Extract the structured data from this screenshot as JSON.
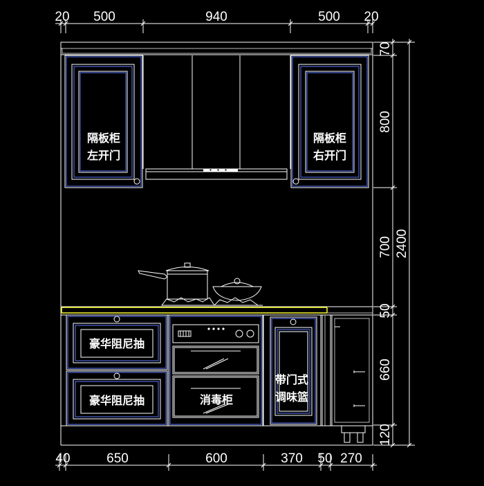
{
  "dimensions": {
    "top": [
      "20",
      "500",
      "940",
      "500",
      "20"
    ],
    "bottom": [
      "40",
      "650",
      "600",
      "370",
      "50",
      "270"
    ],
    "right_segments": [
      "70",
      "800",
      "700",
      "50",
      "660",
      "120"
    ],
    "right_total": "2400"
  },
  "labels": {
    "upper_left": [
      "隔板柜",
      "左开门"
    ],
    "upper_right": [
      "隔板柜",
      "右开门"
    ],
    "drawer_top": "豪华阻尼抽",
    "drawer_bottom": "豪华阻尼抽",
    "sterilizer": "消毒柜",
    "spice_basket": [
      "带门式",
      "调味篮"
    ]
  },
  "colors": {
    "background": "#000000",
    "line_white": "#ffffff",
    "line_blue": "#5b78ff",
    "countertop": "#ffff33"
  }
}
